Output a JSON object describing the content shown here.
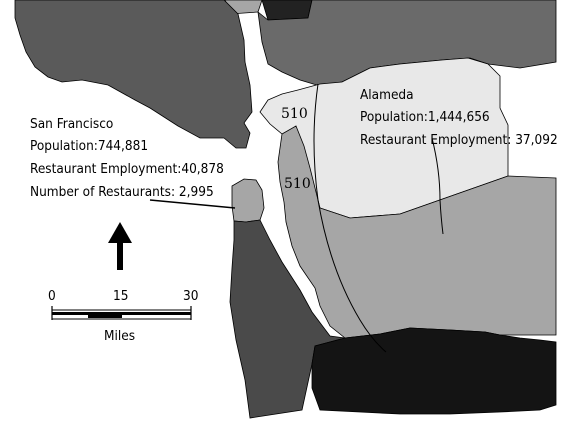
{
  "map": {
    "colors": {
      "water": "#ffffff",
      "light_land": "#e8e8e8",
      "mid_gray": "#a6a6a6",
      "dark_gray": "#5a5a5a",
      "darker_gray": "#4a4a4a",
      "black_region": "#141414",
      "outline": "#000000"
    },
    "highway_label": "510",
    "regions": {
      "san_francisco": {
        "name": "San Francisco",
        "population": "Population:744,881",
        "restaurant_employment": "Restaurant Employment:40,878",
        "restaurants": "Number of Restaurants: 2,995"
      },
      "alameda": {
        "name": "Alameda",
        "population": "Population:1,444,656",
        "restaurant_employment": "Restaurant Employment: 37,092"
      }
    },
    "scale": {
      "ticks": [
        "0",
        "15",
        "30"
      ],
      "unit": "Miles"
    },
    "north_arrow": "north-arrow-icon"
  }
}
